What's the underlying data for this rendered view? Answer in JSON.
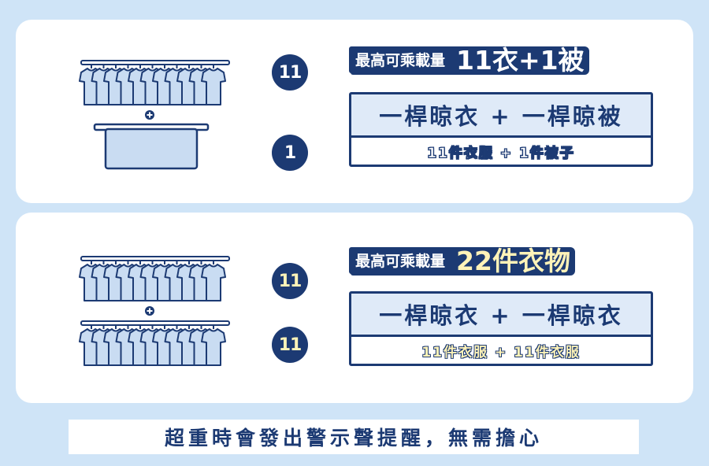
{
  "colors": {
    "background": "#cfe4f7",
    "navy": "#1c3a73",
    "shirt": "#c9dcf2",
    "yellow": "#fff3b8"
  },
  "sections": [
    {
      "illustration": [
        "shirt-rack-icon",
        "plus-icon",
        "blanket-rack-icon"
      ],
      "badges": [
        "11",
        "1"
      ],
      "capacity_prefix": "最高可乘載量",
      "capacity_highlight": "11衣+1被",
      "config_title": "一桿晾衣 + 一桿晾被",
      "config_detail": "11件衣服 + 1件被子"
    },
    {
      "illustration": [
        "shirt-rack-icon",
        "plus-icon",
        "shirt-rack-icon"
      ],
      "badges": [
        "11",
        "11"
      ],
      "capacity_prefix": "最高可乘載量",
      "capacity_highlight": "22件衣物",
      "config_title": "一桿晾衣 + 一桿晾衣",
      "config_detail": "11件衣服 + 11件衣服"
    }
  ],
  "footer": "超重時會發出警示聲提醒，無需擔心"
}
